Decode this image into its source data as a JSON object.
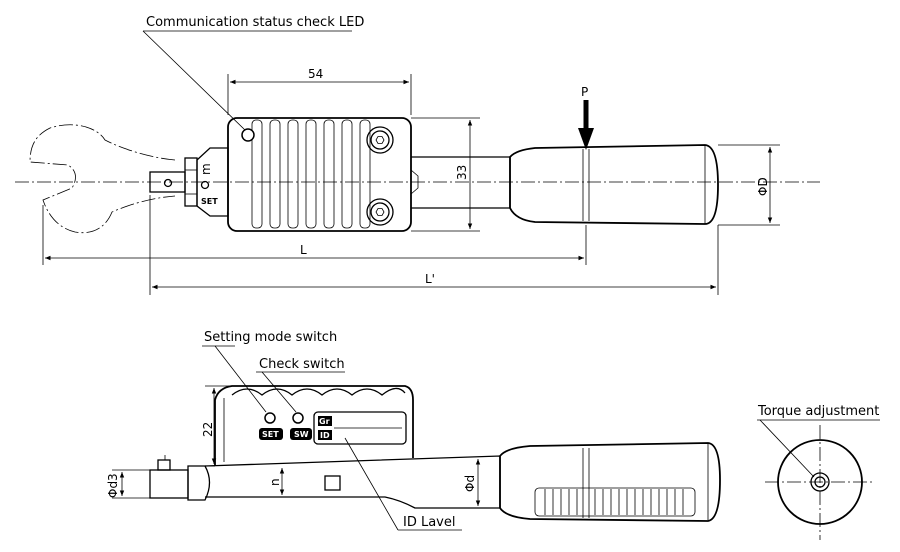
{
  "callouts": {
    "led": "Communication status check LED",
    "setting_mode_switch": "Setting mode switch",
    "check_switch": "Check switch",
    "torque_adjustment": "Torque adjustment",
    "id_label": "ID Lavel"
  },
  "dimensions": {
    "width_54": "54",
    "height_33": "33",
    "length_L": "L",
    "length_L_prime": "L'",
    "load_point": "P",
    "grip_diameter": "ΦD",
    "head_height_22": "22",
    "square_d3": "Φd3",
    "square_n": "n",
    "shaft_d": "Φd",
    "head_m": "m"
  },
  "markings": {
    "set_top": "SET",
    "set_button": "SET",
    "sw_button": "SW",
    "gr": "Gr",
    "id": "ID"
  }
}
